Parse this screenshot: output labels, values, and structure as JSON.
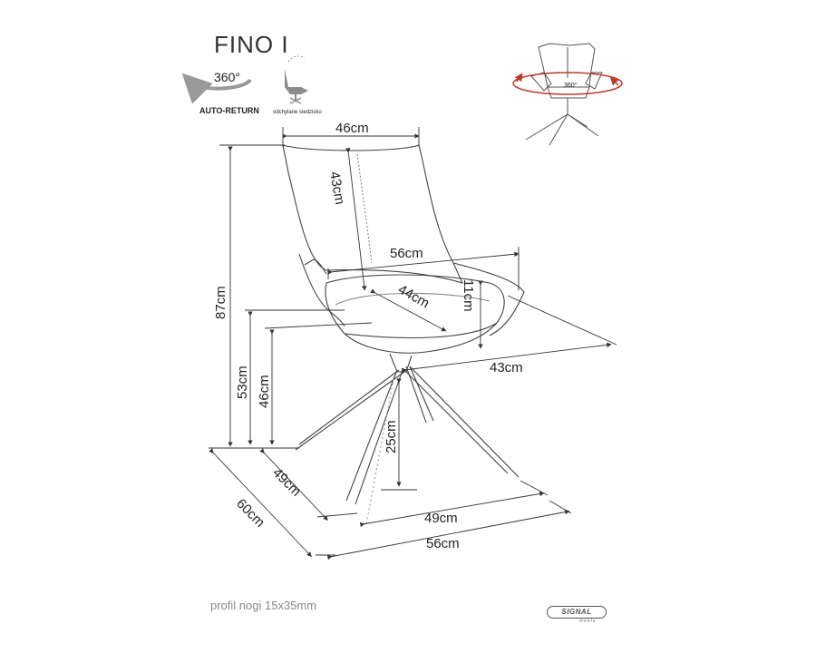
{
  "product": {
    "name": "FINO I"
  },
  "features": {
    "rotation_label": "360°",
    "auto_return_label": "AUTO-RETURN",
    "tilt_label": "odchylane siedzisko",
    "swivel_badge": "360°"
  },
  "dimensions": {
    "backrest_width": "46cm",
    "backrest_height": "43cm",
    "armrest_width": "56cm",
    "armrest_height": "11cm",
    "seat_depth_diag": "44cm",
    "seat_depth": "43cm",
    "total_height": "87cm",
    "armrest_floor_height": "53cm",
    "seat_height": "46cm",
    "leg_height": "25cm",
    "base_depth": "49cm",
    "total_depth": "60cm",
    "base_width": "49cm",
    "total_width": "56cm"
  },
  "footer": {
    "leg_profile": "profil nogi 15x35mm",
    "brand": "SIGNAL",
    "brand_sub": "meble"
  },
  "colors": {
    "line": "#333333",
    "accent_red": "#c0392b",
    "icon_grey": "#9a9a9a"
  }
}
